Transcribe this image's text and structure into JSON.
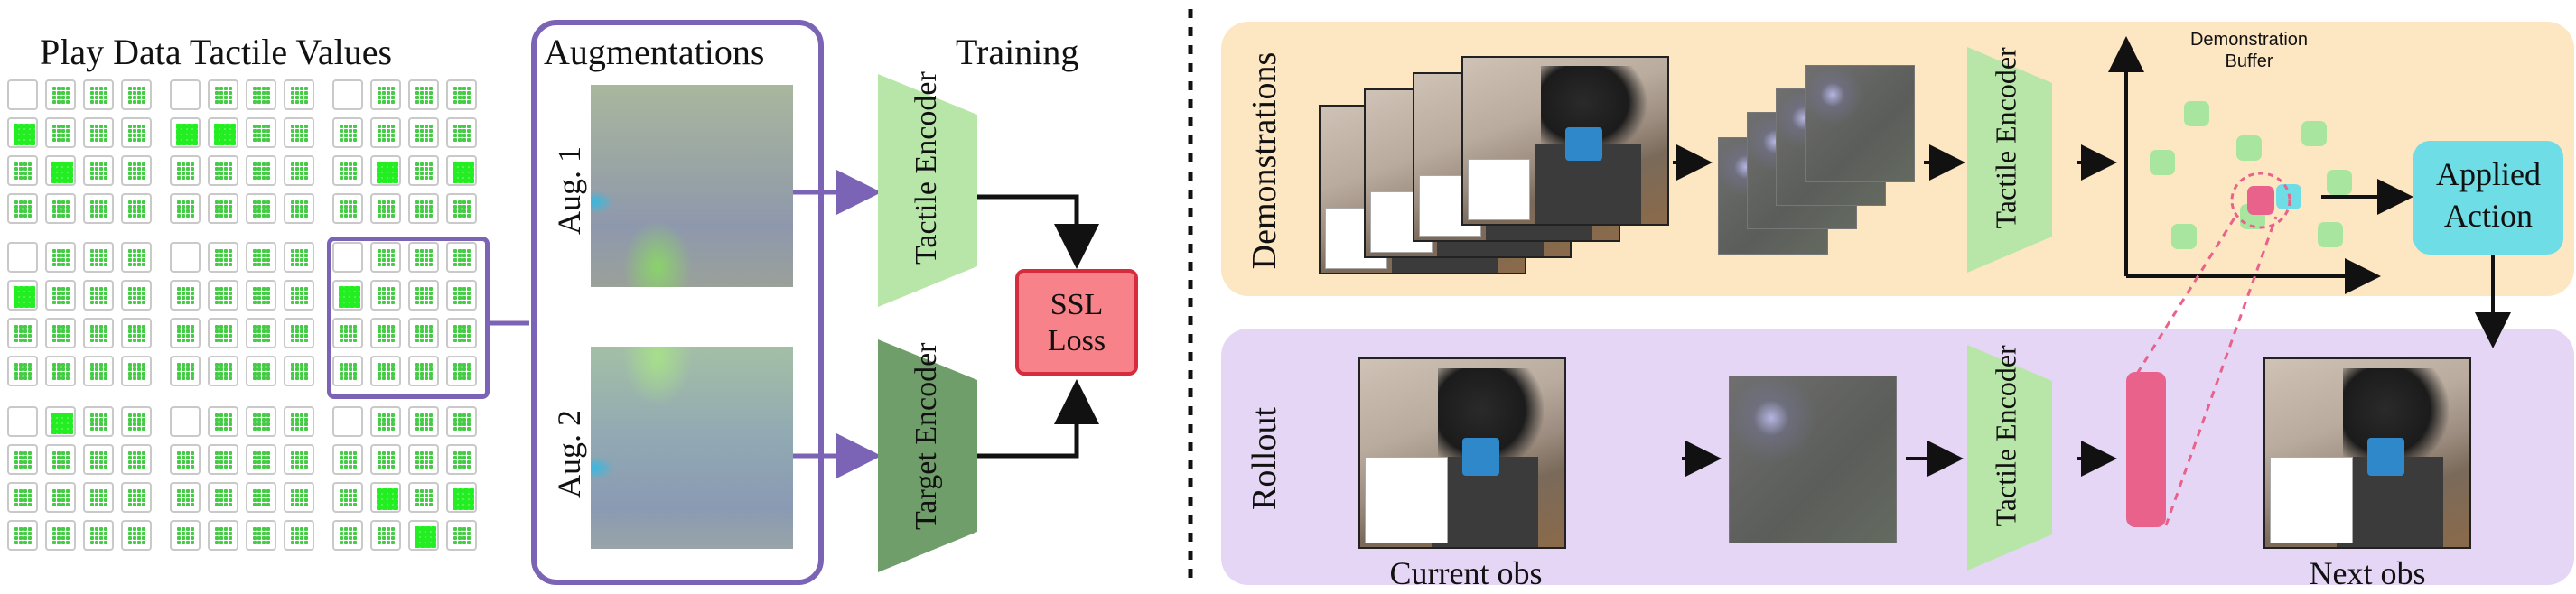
{
  "left": {
    "play_data_title": "Play Data Tactile Values",
    "augmentations_title": "Augmentations",
    "training_title": "Training",
    "aug1_label": "Aug. 1",
    "aug2_label": "Aug. 2",
    "tactile_encoder_label": "Tactile Encoder",
    "target_encoder_label": "Target Encoder",
    "ssl_loss_label": "SSL Loss"
  },
  "right": {
    "demonstrations_label": "Demonstrations",
    "rollout_label": "Rollout",
    "tactile_encoder_top": "Tactile Encoder",
    "tactile_encoder_bottom": "Tactile Encoder",
    "demonstration_buffer_label": "Demonstration Buffer",
    "applied_action_label": "Applied Action",
    "current_obs_label": "Current obs",
    "next_obs_label": "Next obs"
  },
  "colors": {
    "purple": "#7b63b5",
    "light_green": "#b8e6a8",
    "dark_green": "#6f9e6a",
    "ssl_fill": "#f7828a",
    "ssl_border": "#d62d3e",
    "orange_panel": "#fde6c2",
    "purple_panel": "#e5d6f5",
    "cyan": "#6fdde6",
    "pink": "#e8628c",
    "buffer_green": "#a8e6a0"
  }
}
